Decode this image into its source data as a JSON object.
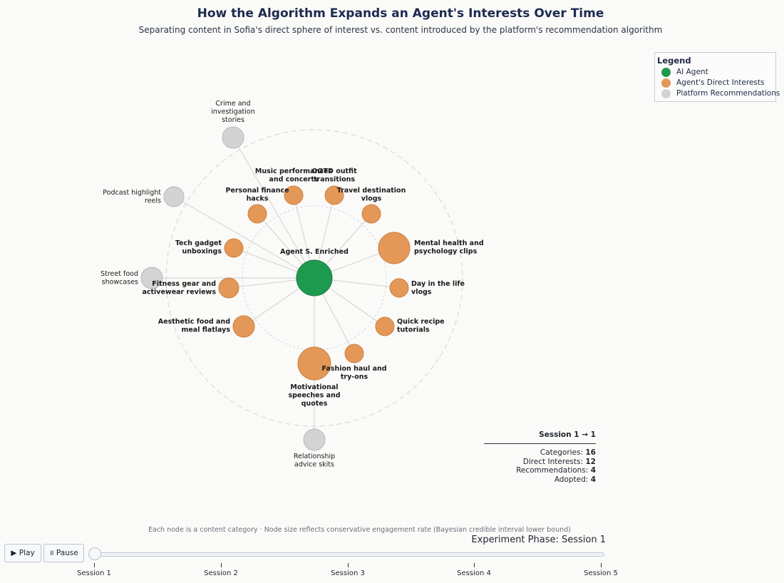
{
  "title": "How the Algorithm Expands an Agent's Interests Over Time",
  "subtitle": "Separating content in Sofia's direct sphere of interest vs. content introduced by the platform's recommendation algorithm",
  "legend": {
    "title": "Legend",
    "items": [
      {
        "label": "AI Agent",
        "color": "#1e9a4f"
      },
      {
        "label": "Agent's Direct Interests",
        "color": "#e39858"
      },
      {
        "label": "Platform Recommendations",
        "color": "#d3d3d3"
      }
    ]
  },
  "chart_data": {
    "type": "network",
    "center": {
      "label": "Agent S. Enriched",
      "category": "agent"
    },
    "nodes": [
      {
        "label": "Crime and investigation stories",
        "category": "recommendation"
      },
      {
        "label": "Podcast highlight reels",
        "category": "recommendation"
      },
      {
        "label": "Street food showcases",
        "category": "recommendation"
      },
      {
        "label": "Relationship advice skits",
        "category": "recommendation"
      },
      {
        "label": "Music performances and concerts",
        "category": "direct"
      },
      {
        "label": "OOTD outfit transitions",
        "category": "direct"
      },
      {
        "label": "Personal finance hacks",
        "category": "direct"
      },
      {
        "label": "Travel destination vlogs",
        "category": "direct"
      },
      {
        "label": "Mental health and psychology clips",
        "category": "direct"
      },
      {
        "label": "Tech gadget unboxings",
        "category": "direct"
      },
      {
        "label": "Day in the life vlogs",
        "category": "direct"
      },
      {
        "label": "Fitness gear and activewear reviews",
        "category": "direct"
      },
      {
        "label": "Quick recipe tutorials",
        "category": "direct"
      },
      {
        "label": "Aesthetic food and meal flatlays",
        "category": "direct"
      },
      {
        "label": "Fashion haul and try-ons",
        "category": "direct"
      },
      {
        "label": "Motivational speeches and quotes",
        "category": "direct"
      }
    ]
  },
  "stats": {
    "header": "Session 1 → 1",
    "rows": [
      {
        "label": "Categories: ",
        "value": "16"
      },
      {
        "label": "Direct Interests: ",
        "value": "12"
      },
      {
        "label": "Recommendations: ",
        "value": "4"
      },
      {
        "label": "Adopted: ",
        "value": "4"
      }
    ]
  },
  "footnote": "Each node is a content category  ·  Node size reflects conservative engagement rate (Bayesian credible interval lower bound)",
  "phase": "Experiment Phase: Session 1",
  "controls": {
    "play": "▶ Play",
    "pause": "॥ Pause"
  },
  "slider": {
    "value": "Session 1",
    "ticks": [
      "Session 1",
      "Session 2",
      "Session 3",
      "Session 4",
      "Session 5"
    ]
  }
}
